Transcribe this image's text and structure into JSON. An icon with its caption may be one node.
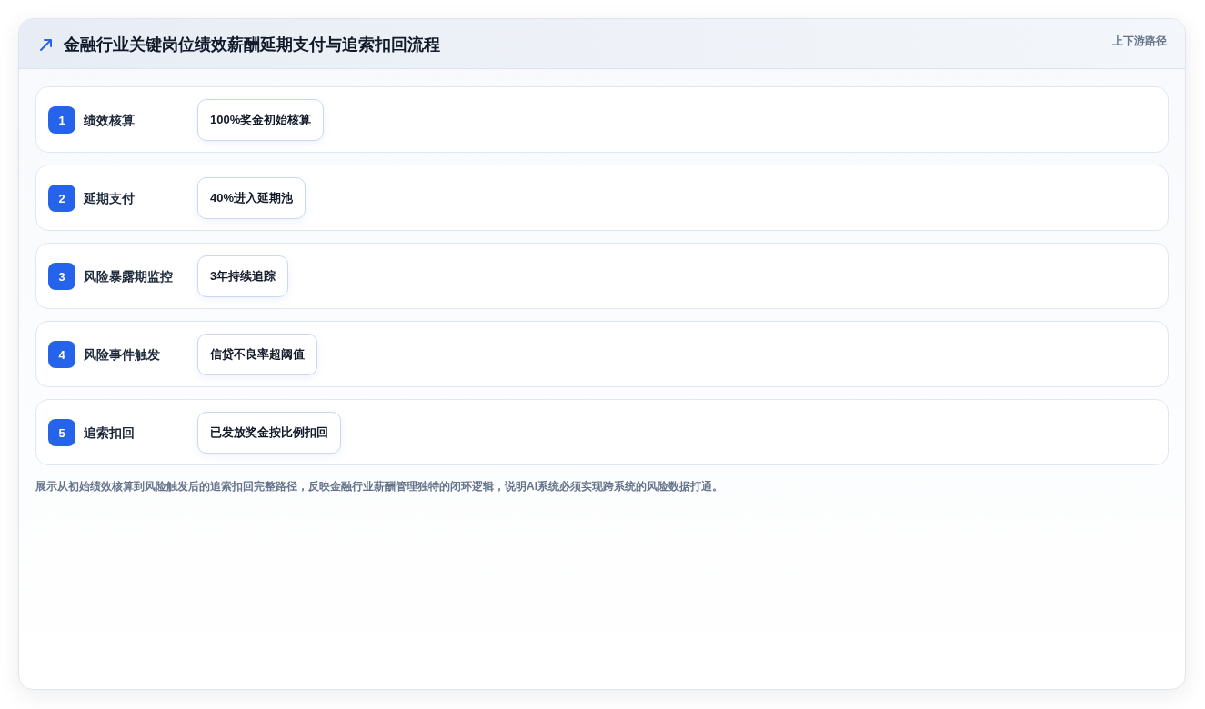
{
  "diagram": {
    "title": "金融行业关键岗位绩效薪酬延期支付与追索扣回流程",
    "caption": "展示从初始绩效核算到风险触发后的追索扣回完整路径，反映金融行业薪酬管理独特的闭环逻辑，说明AI系统必须实现跨系统的风险数据打通。",
    "nodes": [
      {
        "text": [
          "绩效核算"
        ]
      },
      {
        "text": [
          "1"
        ],
        "in": 0
      },
      {
        "text": [
          "100%奖金初始核算"
        ],
        "in": 0
      },
      {
        "text": [
          "延期支付"
        ]
      },
      {
        "text": [
          "2"
        ],
        "in": 3
      },
      {
        "text": [
          "40%进入延期池"
        ],
        "in": 3
      },
      {
        "text": [
          "风险暴露期监控"
        ]
      },
      {
        "text": [
          "3"
        ],
        "in": 6
      },
      {
        "text": [
          "3年持续追踪"
        ],
        "in": 6
      },
      {
        "text": [
          "风险事件触发"
        ]
      },
      {
        "text": [
          "4"
        ],
        "in": 9
      },
      {
        "text": [
          "信贷不良率超阈值"
        ],
        "in": 9
      },
      {
        "text": [
          "追索扣回"
        ]
      },
      {
        "text": [
          "5"
        ],
        "in": 12
      },
      {
        "text": [
          "已发放奖金按比例扣回"
        ],
        "in": 12
      }
    ],
    "labels": [
      "上下游路径"
    ]
  }
}
